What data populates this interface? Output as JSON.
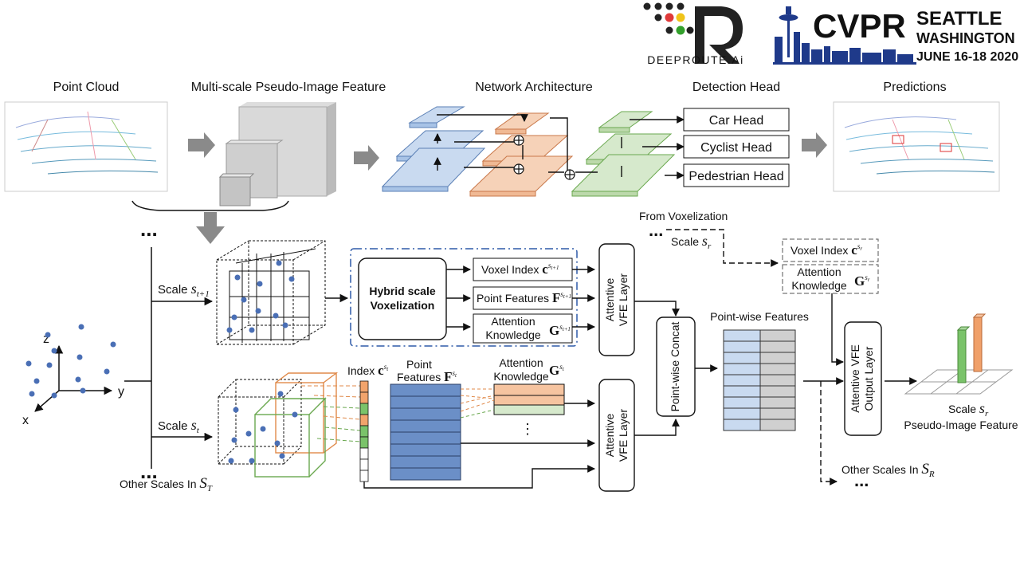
{
  "branding": {
    "company_name": "DEEPROUTE.Ai",
    "conference": "CVPR",
    "city": "SEATTLE",
    "state": "WASHINGTON",
    "dates": "JUNE 16-18 2020",
    "colors": {
      "dot_red": "#e03a3a",
      "dot_yellow": "#f0c419",
      "dot_green": "#33a02c",
      "cvpr_blue": "#1f3a8a"
    }
  },
  "pipeline": {
    "point_cloud": "Point Cloud",
    "multi_scale": "Multi-scale Pseudo-Image Feature",
    "network": "Network Architecture",
    "detection_head": "Detection Head",
    "predictions": "Predictions",
    "heads": [
      "Car Head",
      "Cyclist Head",
      "Pedestrian Head"
    ]
  },
  "detail": {
    "ellipsis": "...",
    "scale_prefix": "Scale",
    "scale_t1_sub": "t+1",
    "scale_t_sub": "t",
    "scale_s": "s",
    "other_scales_T": "Other Scales In",
    "S": "S",
    "T": "T",
    "R": "R",
    "r": "r",
    "axis_x": "x",
    "axis_y": "y",
    "axis_z": "z",
    "hybrid_line1": "Hybrid scale",
    "hybrid_line2": "Voxelization",
    "voxel_index": "Voxel Index",
    "point_features_inline": "Point Features",
    "attention": "Attention",
    "knowledge": "Knowledge",
    "attentive": "Attentive",
    "vfe_layer": "VFE Layer",
    "index": "Index",
    "point": "Point",
    "features": "Features",
    "c": "c",
    "F": "F",
    "G": "G",
    "vdots": "⋮",
    "from_voxelization": "From  Voxelization",
    "point_wise_concat": "Point-wise Concat",
    "point_wise_features": "Point-wise Features",
    "attentive_vfe": "Attentive VFE",
    "output_layer": "Output Layer",
    "pseudo_image_feature": "Pseudo-Image Feature",
    "other_scales_R": "Other Scales In"
  }
}
